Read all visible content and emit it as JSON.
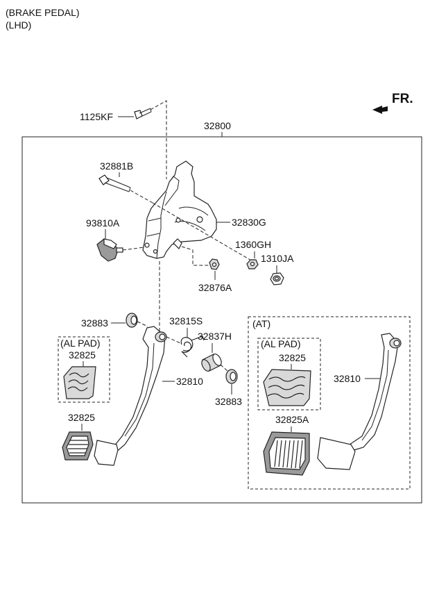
{
  "header": {
    "line1": "(BRAKE PEDAL)",
    "line2": "(LHD)"
  },
  "direction_indicator": {
    "label": "FR.",
    "icon": "arrow-forward-icon"
  },
  "groups": {
    "at_label": "(AT)",
    "al_pad_left": "(AL PAD)",
    "al_pad_right": "(AL PAD)"
  },
  "parts": {
    "bolt_1125kf": "1125KF",
    "assembly_32800": "32800",
    "bolt_32881b": "32881B",
    "bracket_32830g": "32830G",
    "switch_93810a": "93810A",
    "nut_1360gh": "1360GH",
    "nut_1310ja": "1310JA",
    "clip_32876a": "32876A",
    "bushing_32883_upper": "32883",
    "spring_32815s": "32815S",
    "sleeve_32837h": "32837H",
    "bushing_32883_lower": "32883",
    "pedal_32810_left": "32810",
    "pad_32825_al_left": "32825",
    "pad_32825_left": "32825",
    "pad_32825_al_right": "32825",
    "pedal_32810_right": "32810",
    "pad_32825a": "32825A"
  },
  "colors": {
    "line": "#222222",
    "fill_light": "#d9d9d9",
    "fill_dark": "#9a9a9a"
  }
}
